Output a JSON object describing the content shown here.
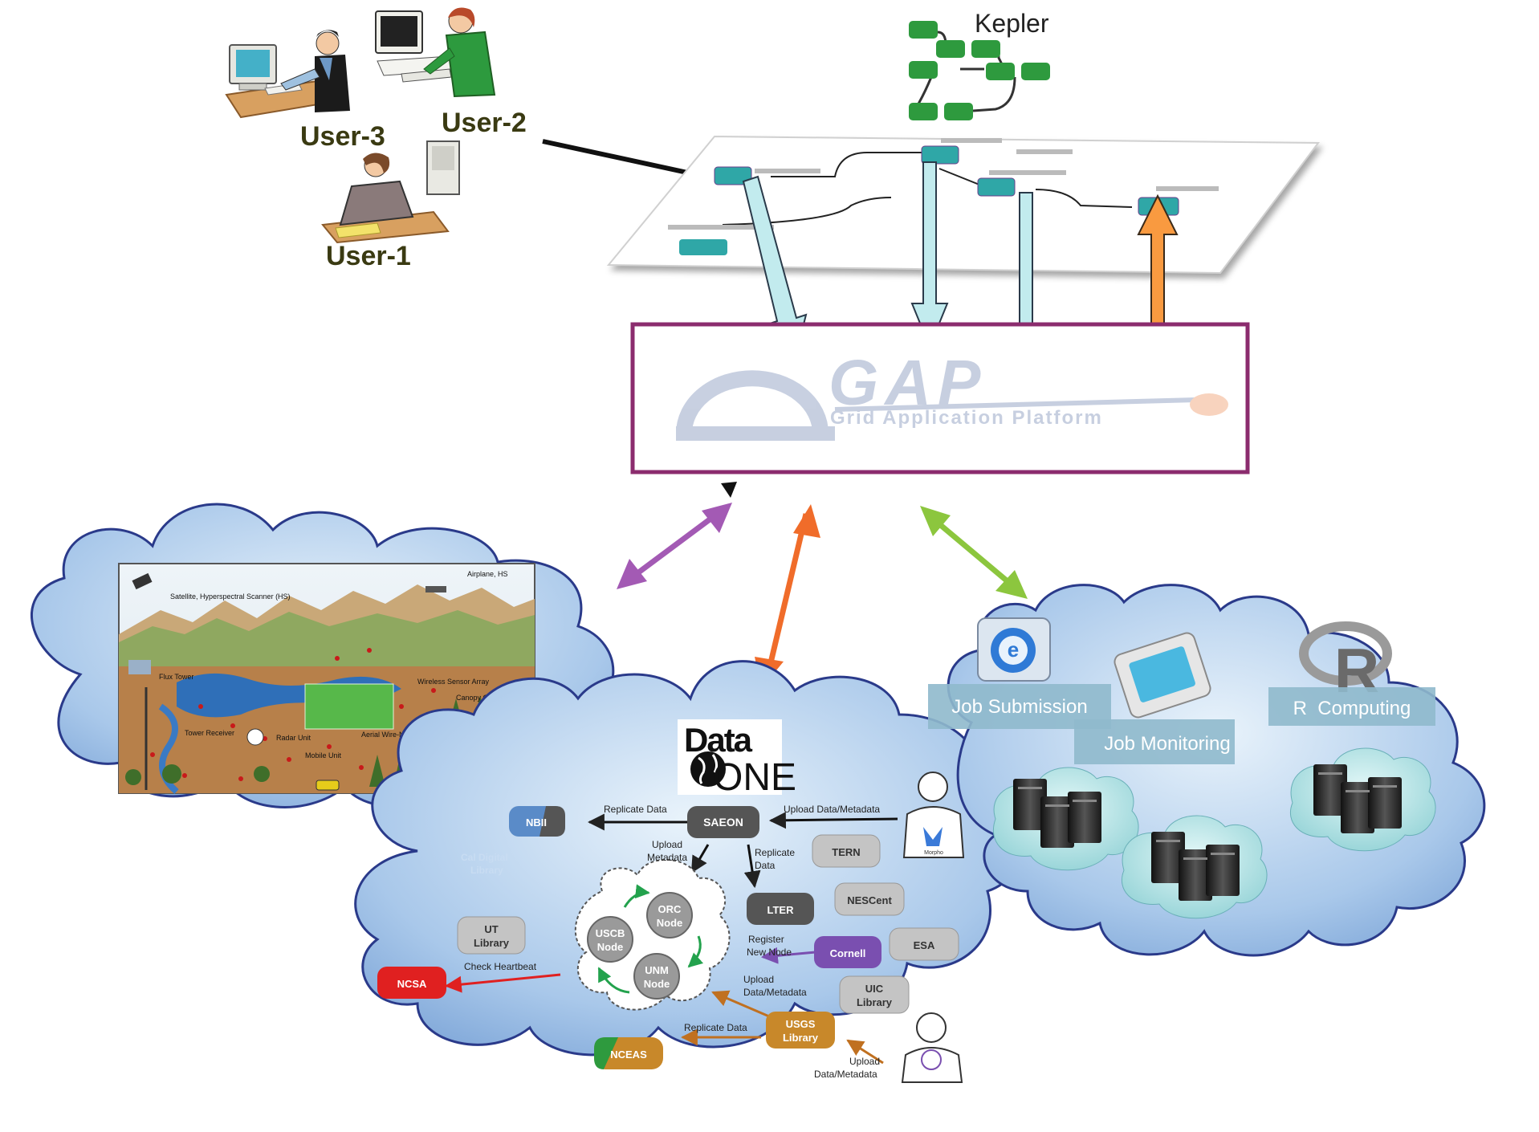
{
  "users": {
    "user1": "User-1",
    "user2": "User-2",
    "user3": "User-3"
  },
  "kepler": {
    "title": "Kepler"
  },
  "gap": {
    "logo_text": "GAP",
    "subtitle": "Grid Application Platform"
  },
  "sensor_panel": {
    "labels": {
      "satellite": "Satellite, Hyperspectral Scanner (HS)",
      "airplane": "Airplane, HS",
      "flux_tower": "Flux Tower",
      "wireless": "Wireless Sensor Array",
      "canopy": "Canopy Crane",
      "tower_receiver": "Tower Receiver",
      "radar": "Radar Unit",
      "aerial": "Aerial Wire-Network",
      "mobile": "Mobile Unit"
    }
  },
  "dataone": {
    "logo_top": "Data",
    "logo_bottom": "ONE",
    "nodes": {
      "saeon": "SAEON",
      "nbii": "NBII",
      "tern": "TERN",
      "lter": "LTER",
      "nescent": "NESCent",
      "esa": "ESA",
      "cornell": "Cornell",
      "uic_1": "UIC",
      "uic_2": "Library",
      "usgs_1": "USGS",
      "usgs_2": "Library",
      "nceas": "NCEAS",
      "ncsa": "NCSA",
      "ut_1": "UT",
      "ut_2": "Library",
      "orc_1": "ORC",
      "orc_2": "Node",
      "uscb_1": "USCB",
      "uscb_2": "Node",
      "unm_1": "UNM",
      "unm_2": "Node"
    },
    "edges": {
      "replicate_top": "Replicate Data",
      "upload_top": "Upload Data/Metadata",
      "upload_meta_1": "Upload",
      "upload_meta_2": "Metadata",
      "replicate_1": "Replicate",
      "replicate_2": "Data",
      "register_1": "Register",
      "register_2": "New Node",
      "heartbeat": "Check Heartbeat",
      "upload_dm_1": "Upload",
      "upload_dm_2": "Data/Metadata",
      "replicate_bottom": "Replicate Data",
      "upload_bottom_1": "Upload",
      "upload_bottom_2": "Data/Metadata"
    },
    "cal_digital_1": "Cal Digital",
    "cal_digital_2": "Library",
    "morpho": "Morpho"
  },
  "compute": {
    "job_submission": "Job Submission",
    "job_monitoring": "Job Monitoring",
    "r_computing": "R  Computing",
    "r_logo": "R"
  },
  "colors": {
    "gap_border": "#8b2c6e",
    "purple_arrow": "#a35ab4",
    "orange_arrow": "#f06c2a",
    "green_arrow": "#8cc63e",
    "cyan_arrow": "#c2ebee",
    "kepler_node": "#2e9a3e",
    "cloud_fill": "#a7c7e8",
    "label_box": "#8fb9cc"
  }
}
